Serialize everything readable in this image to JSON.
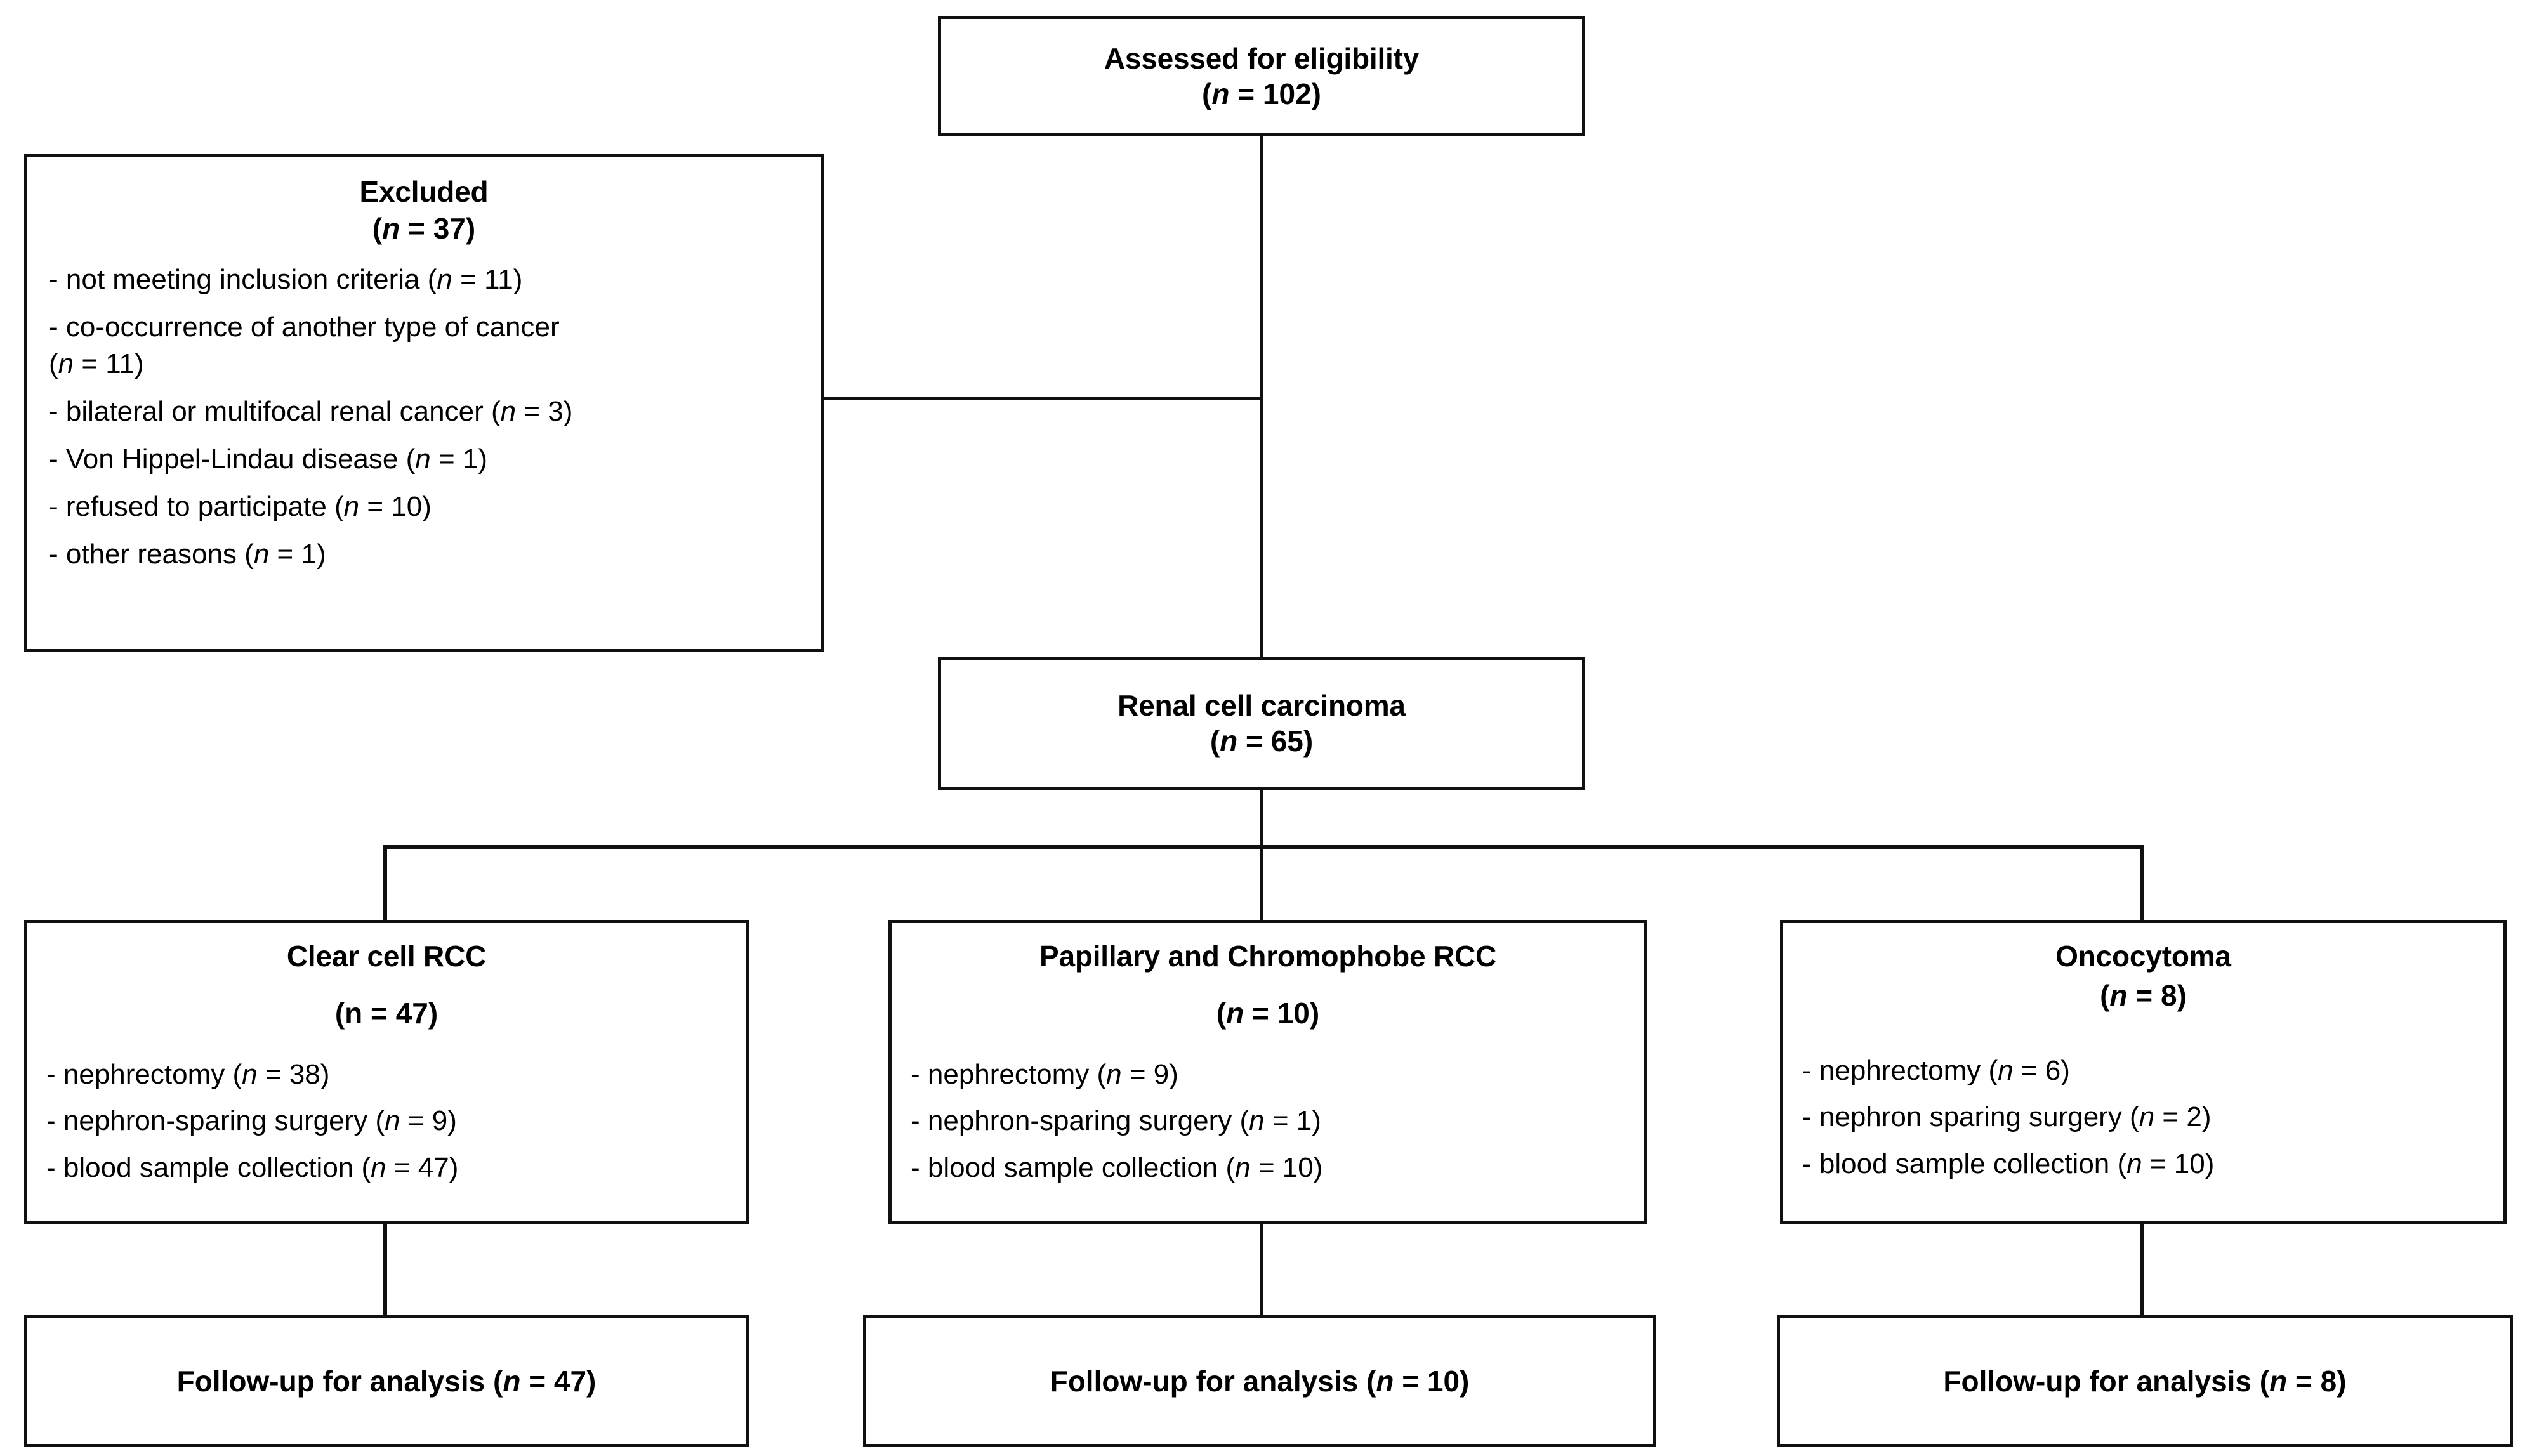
{
  "diagram": {
    "title": "CONSORT-style participant flow diagram",
    "line_color": "#111111",
    "box_border_color": "#111111",
    "background_color": "#ffffff"
  },
  "boxes": {
    "assessed": {
      "title": "Assessed for eligibility",
      "count_prefix": "(",
      "n_label": "n",
      "equals": " = ",
      "count": "102",
      "count_suffix": ")",
      "count_text": "(n = 102)"
    },
    "excluded": {
      "title": "Excluded",
      "count_text": "(n = 37)",
      "count": "37",
      "reasons": [
        {
          "text": "- not meeting inclusion criteria (n = 11)",
          "label": "not meeting inclusion criteria",
          "n": "11"
        },
        {
          "text": "- co-occurrence of another type of cancer (n = 11)",
          "label": "co-occurrence of another type of cancer",
          "n": "11"
        },
        {
          "text": "- bilateral or multifocal renal cancer (n = 3)",
          "label": "bilateral or multifocal renal cancer",
          "n": "3"
        },
        {
          "text": "- Von Hippel-Lindau disease (n = 1)",
          "label": "Von Hippel-Lindau disease",
          "n": "1"
        },
        {
          "text": "- refused to participate (n = 10)",
          "label": "refused to participate",
          "n": "10"
        },
        {
          "text": "- other reasons (n = 1)",
          "label": "other reasons",
          "n": "1"
        }
      ]
    },
    "rcc": {
      "title": "Renal cell carcinoma",
      "count_text": "(n = 65)",
      "count": "65"
    },
    "groups": [
      {
        "id": "clear-cell-rcc",
        "title": "Clear cell RCC",
        "count_text": "(n = 47)",
        "count": "47",
        "n_italic": false,
        "items": [
          {
            "text": "- nephrectomy (n = 38)",
            "label": "nephrectomy",
            "n": "38"
          },
          {
            "text": "- nephron-sparing surgery (n = 9)",
            "label": "nephron-sparing surgery",
            "n": "9"
          },
          {
            "text": "- blood sample collection (n = 47)",
            "label": "blood sample collection",
            "n": "47"
          }
        ],
        "followup": "Follow-up for analysis (n = 47)",
        "followup_n": "47"
      },
      {
        "id": "papillary-chromophobe-rcc",
        "title": "Papillary and Chromophobe RCC",
        "count_text": "(n = 10)",
        "count": "10",
        "n_italic": true,
        "items": [
          {
            "text": "- nephrectomy (n = 9)",
            "label": "nephrectomy",
            "n": "9"
          },
          {
            "text": "- nephron-sparing surgery (n = 1)",
            "label": "nephron-sparing surgery",
            "n": "1"
          },
          {
            "text": "- blood sample collection (n = 10)",
            "label": "blood sample collection",
            "n": "10"
          }
        ],
        "followup": "Follow-up for analysis (n = 10)",
        "followup_n": "10"
      },
      {
        "id": "oncocytoma",
        "title": "Oncocytoma",
        "count_text": "(n = 8)",
        "count": "8",
        "n_italic": true,
        "items": [
          {
            "text": "- nephrectomy (n = 6)",
            "label": "nephrectomy",
            "n": "6"
          },
          {
            "text": "- nephron sparing surgery (n = 2)",
            "label": "nephron sparing surgery",
            "n": "2"
          },
          {
            "text": "- blood sample collection (n = 10)",
            "label": "blood sample collection",
            "n": "10"
          }
        ],
        "followup": "Follow-up for analysis (n = 8)",
        "followup_n": "8"
      }
    ]
  }
}
